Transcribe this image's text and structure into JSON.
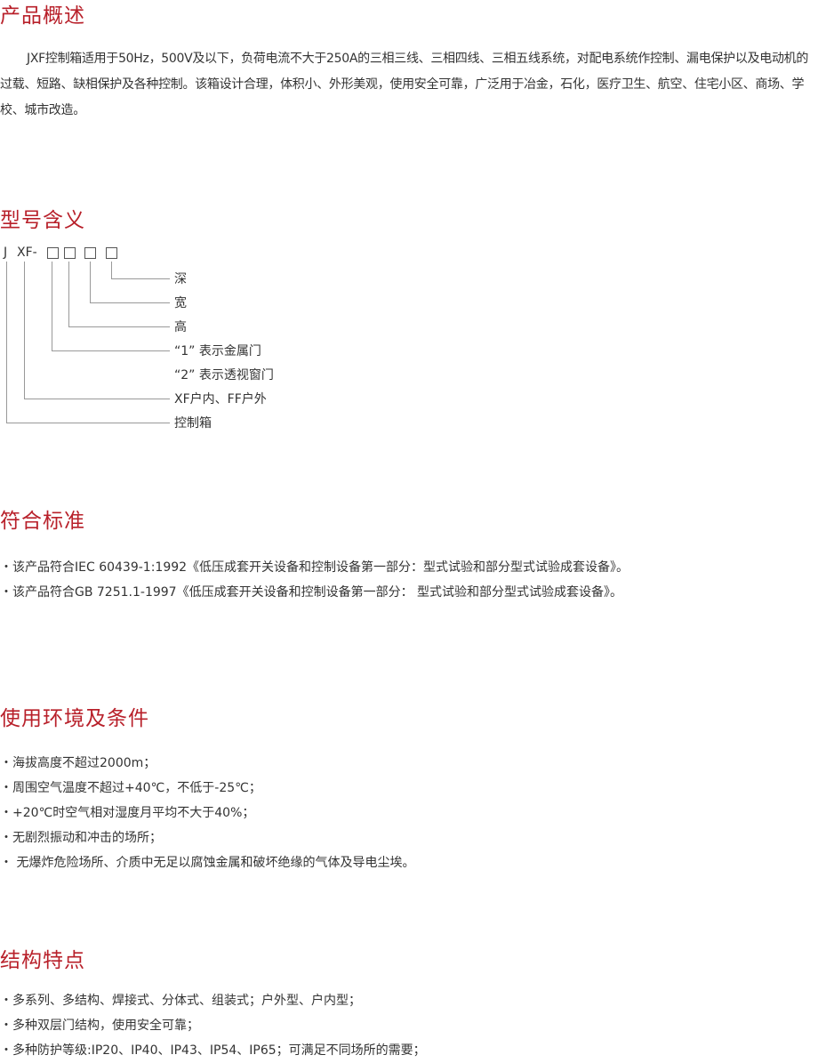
{
  "overview": {
    "title": "产品概述",
    "text": "JXF控制箱适用于50Hz，500V及以下，负荷电流不大于250A的三相三线、三相四线、三相五线系统，对配电系统作控制、漏电保护以及电动机的过载、短路、缺相保护及各种控制。该箱设计合理，体积小、外形美观，使用安全可靠，广泛用于冶金，石化，医疗卫生、航空、住宅小区、商场、学校、城市改造。"
  },
  "model": {
    "title": "型号含义",
    "code_j": "J",
    "code_xf": "XF-",
    "labels": [
      "深",
      "宽",
      "高",
      "“1” 表示金属门",
      "“2” 表示透视窗门",
      "XF户内、FF户外",
      "控制箱"
    ]
  },
  "standards": {
    "title": "符合标准",
    "items": [
      "・该产品符合IEC 60439-1:1992《低压成套开关设备和控制设备第一部分：型式试验和部分型式试验成套设备》。",
      "・该产品符合GB 7251.1-1997《低压成套开关设备和控制设备第一部分： 型式试验和部分型式试验成套设备》。"
    ]
  },
  "environment": {
    "title": "使用环境及条件",
    "items": [
      "・海拔高度不超过2000m；",
      "・周围空气温度不超过+40℃，不低于-25℃；",
      "・+20℃时空气相对湿度月平均不大于40%；",
      "・无剧烈振动和冲击的场所；",
      "・ 无爆炸危险场所、介质中无足以腐蚀金属和破坏绝缘的气体及导电尘埃。"
    ]
  },
  "features": {
    "title": "结构特点",
    "items": [
      "・多系列、多结构、焊接式、分体式、组装式；户外型、户内型；",
      "・多种双层门结构，使用安全可靠；",
      "・多种防护等级:IP20、IP40、IP43、IP54、IP65；可满足不同场所的需要；"
    ]
  }
}
